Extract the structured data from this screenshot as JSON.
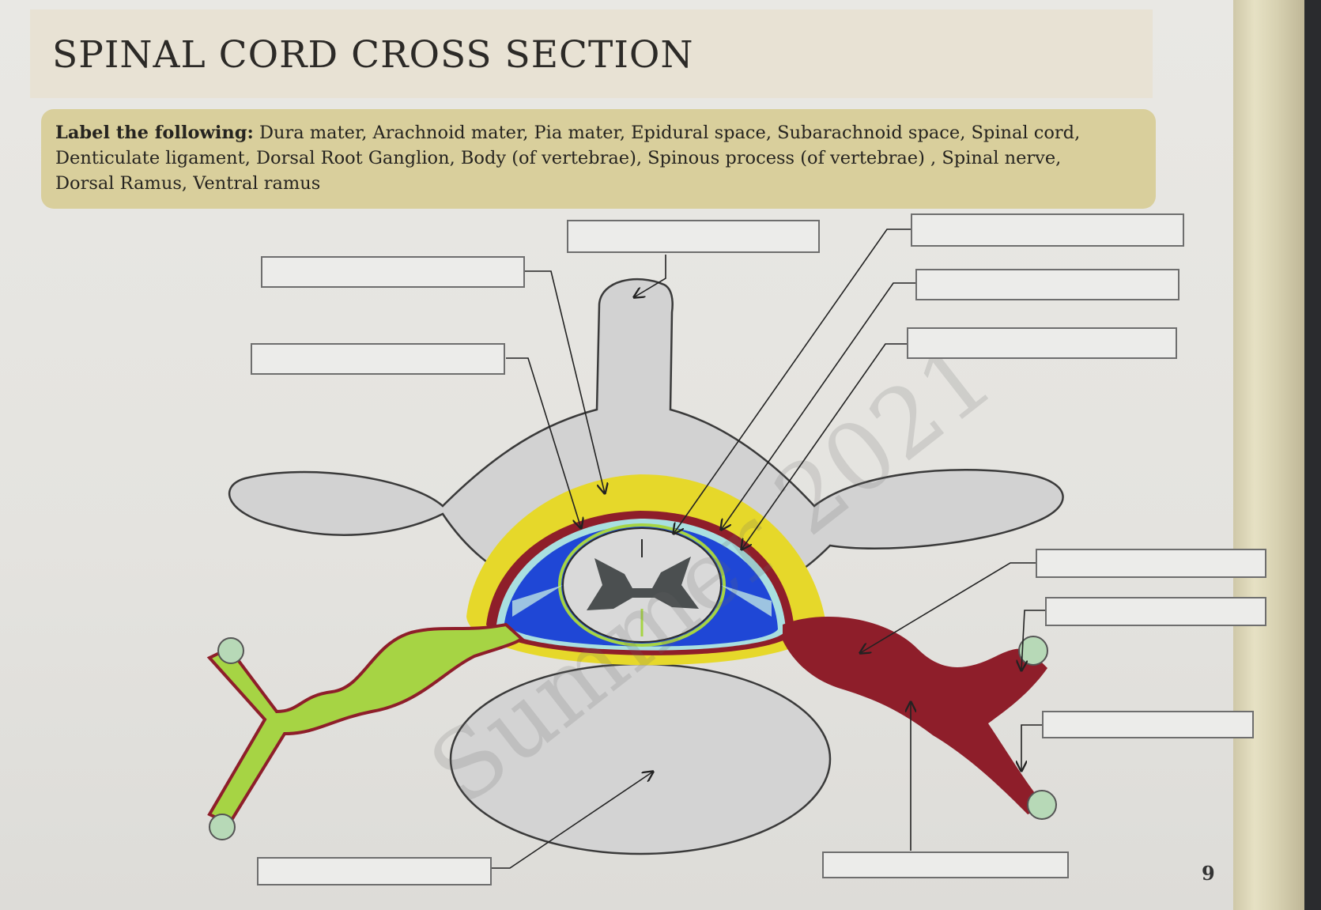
{
  "title": "SPINAL CORD CROSS SECTION",
  "instructions": {
    "lead": "Label the following:",
    "body": " Dura mater, Arachnoid mater, Pia mater, Epidural space, Subarachnoid space, Spinal cord, Denticulate ligament, Dorsal Root Ganglion, Body (of vertebrae), Spinous process (of vertebrae) , Spinal nerve, Dorsal Ramus, Ventral ramus"
  },
  "watermark": "Summer 2021",
  "page_number": "9",
  "colors": {
    "bone": "#d2d2d2",
    "epidural_fat": "#e6d82a",
    "dura": "#8e1e2a",
    "arachnoid": "#a9dfe0",
    "subarachnoid": "#1f47d6",
    "cord": "#d9d9d9",
    "gray_matter": "#4b4f50",
    "dorsal_root_ganglion": "#a6d444",
    "spinal_nerve": "#8e1e2a",
    "instruction_box": "#d9cf9c"
  }
}
